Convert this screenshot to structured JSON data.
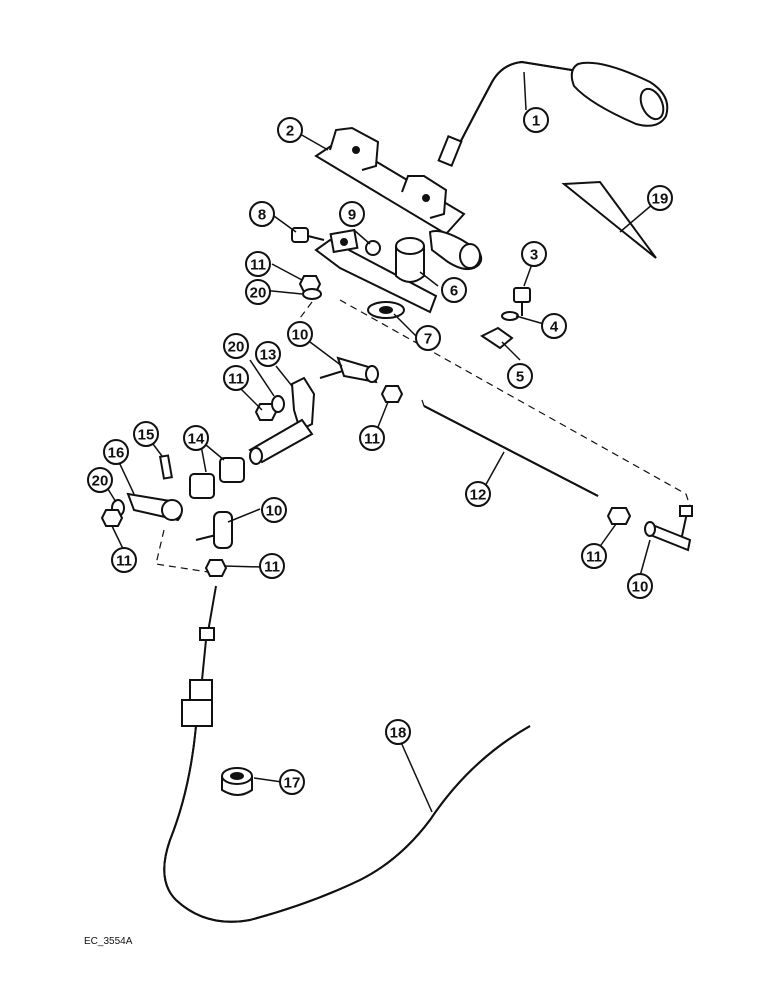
{
  "figure_code": "EC_3554A",
  "callouts": [
    {
      "id": "c1",
      "label": "1"
    },
    {
      "id": "c2",
      "label": "2"
    },
    {
      "id": "c3",
      "label": "3"
    },
    {
      "id": "c4",
      "label": "4"
    },
    {
      "id": "c5",
      "label": "5"
    },
    {
      "id": "c6",
      "label": "6"
    },
    {
      "id": "c7",
      "label": "7"
    },
    {
      "id": "c8",
      "label": "8"
    },
    {
      "id": "c9",
      "label": "9"
    },
    {
      "id": "c10a",
      "label": "10"
    },
    {
      "id": "c10b",
      "label": "10"
    },
    {
      "id": "c10c",
      "label": "10"
    },
    {
      "id": "c11a",
      "label": "11"
    },
    {
      "id": "c11b",
      "label": "11"
    },
    {
      "id": "c11c",
      "label": "11"
    },
    {
      "id": "c11d",
      "label": "11"
    },
    {
      "id": "c11e",
      "label": "11"
    },
    {
      "id": "c11f",
      "label": "11"
    },
    {
      "id": "c12",
      "label": "12"
    },
    {
      "id": "c13",
      "label": "13"
    },
    {
      "id": "c14",
      "label": "14"
    },
    {
      "id": "c15",
      "label": "15"
    },
    {
      "id": "c16",
      "label": "16"
    },
    {
      "id": "c17",
      "label": "17"
    },
    {
      "id": "c18",
      "label": "18"
    },
    {
      "id": "c19",
      "label": "19"
    },
    {
      "id": "c20a",
      "label": "20"
    },
    {
      "id": "c20b",
      "label": "20"
    },
    {
      "id": "c20c",
      "label": "20"
    }
  ]
}
